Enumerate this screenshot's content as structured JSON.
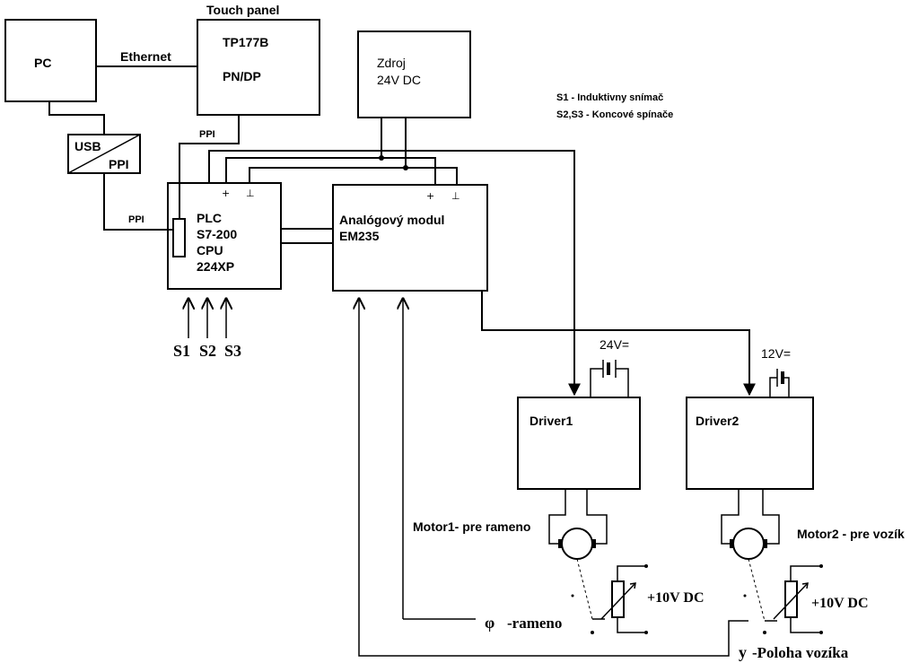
{
  "pc": {
    "label": "PC"
  },
  "touch_panel": {
    "title": "Touch panel",
    "line1": "TP177B",
    "line2": "PN/DP"
  },
  "link_ethernet": "Ethernet",
  "usb_ppi": {
    "top": "USB",
    "bottom": "PPI"
  },
  "ppi_label_1": "PPI",
  "ppi_label_2": "PPI",
  "power_supply": {
    "line1": "Zdroj",
    "line2": "24V DC"
  },
  "legend": {
    "line1": "S1 - Induktivny snímač",
    "line2": "S2,S3 - Koncové spínače"
  },
  "plc": {
    "line1": "PLC",
    "line2": "S7-200",
    "line3": "CPU",
    "line4": "224XP",
    "plus": "+",
    "ground": "⊥"
  },
  "analog_module": {
    "line1": "Analógový modul",
    "line2": "EM235",
    "plus": "+",
    "ground": "⊥"
  },
  "sensors": {
    "s1": "S1",
    "s2": "S2",
    "s3": "S3"
  },
  "driver1": {
    "label": "Driver1",
    "voltage": "24V="
  },
  "driver2": {
    "label": "Driver2",
    "voltage": "12V="
  },
  "motor1": {
    "label": "Motor1- pre rameno"
  },
  "motor2": {
    "label": "Motor2 - pre vozík"
  },
  "pot1": {
    "label": "+10V DC"
  },
  "pot2": {
    "label": "+10V DC"
  },
  "signal_phi": {
    "symbol": "φ",
    "text": "-rameno"
  },
  "signal_y": {
    "symbol": "y",
    "text": "-Poloha vozíka"
  }
}
